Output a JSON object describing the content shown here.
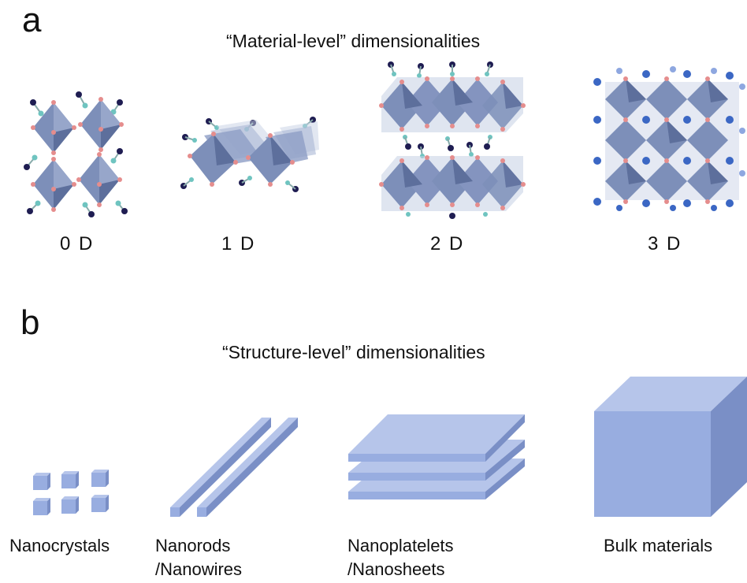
{
  "panel_a": {
    "letter": "a",
    "heading": "“Material-level” dimensionalities",
    "items": [
      {
        "label": "0 D"
      },
      {
        "label": "1 D"
      },
      {
        "label": "2 D"
      },
      {
        "label": "3 D"
      }
    ]
  },
  "panel_b": {
    "letter": "b",
    "heading": "“Structure-level” dimensionalities",
    "items": [
      {
        "line1": "Nanocrystals",
        "line2": ""
      },
      {
        "line1": "Nanorods",
        "line2": "/Nanowires"
      },
      {
        "line1": "Nanoplatelets",
        "line2": "/Nanosheets"
      },
      {
        "line1": "Bulk materials",
        "line2": ""
      }
    ]
  },
  "colors": {
    "octahedron": "#7d8fb9",
    "octahedron_dark": "#5d6f9c",
    "atom_corner": "#e58d8d",
    "atom_dark": "#1f1d52",
    "atom_teal": "#6fc4c0",
    "atom_blue": "#3b67c4",
    "block_top": "#b6c5ea",
    "block_front": "#98ade0",
    "block_side": "#7a8fc6"
  }
}
